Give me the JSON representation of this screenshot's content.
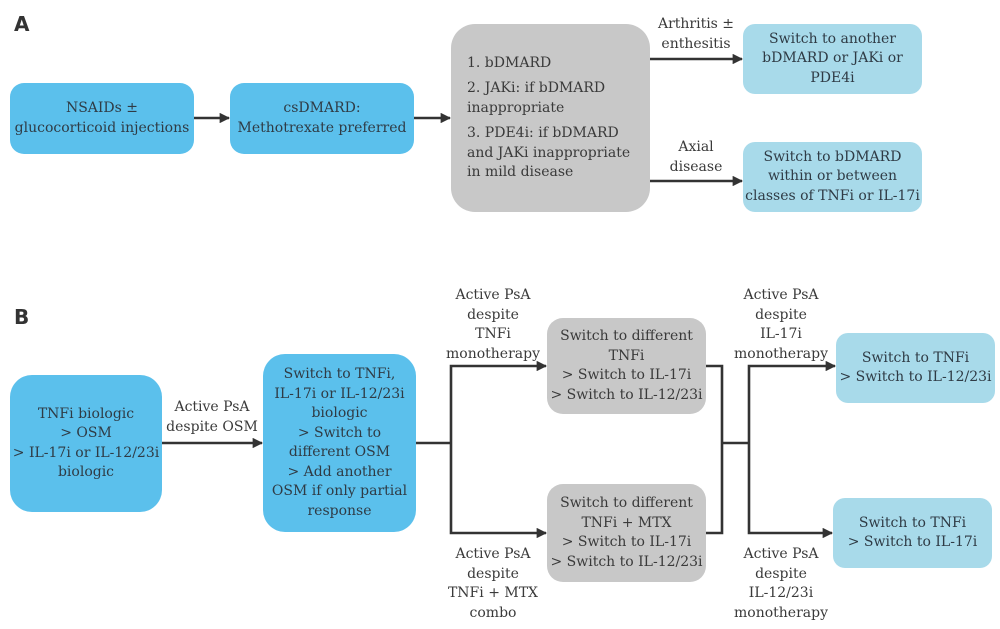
{
  "panels": {
    "a": {
      "label": "A",
      "nodes": {
        "nsaids": [
          "NSAIDs ±",
          "glucocorticoid injections"
        ],
        "csdmard": [
          "csDMARD:",
          "Methotrexate preferred"
        ],
        "options": [
          [
            "1. bDMARD"
          ],
          [
            "2. JAKi: if bDMARD",
            "inappropriate"
          ],
          [
            "3. PDE4i: if bDMARD",
            "and JAKi inappropriate",
            "in mild disease"
          ]
        ],
        "arthritis_outcome": [
          "Switch to another",
          "bDMARD or JAKi or",
          "PDE4i"
        ],
        "axial_outcome": [
          "Switch to bDMARD",
          "within or between",
          "classes of TNFi or IL-17i"
        ]
      },
      "edges": {
        "arthritis": [
          "Arthritis ±",
          "enthesitis"
        ],
        "axial": [
          "Axial",
          "disease"
        ]
      }
    },
    "b": {
      "label": "B",
      "nodes": {
        "start": [
          "TNFi biologic",
          "> OSM",
          "> IL-17i or IL-12/23i",
          "biologic"
        ],
        "switch": [
          "Switch to TNFi,",
          "IL-17i or IL-12/23i",
          "biologic",
          "> Switch to",
          "different OSM",
          "> Add another",
          "OSM if only partial",
          "response"
        ],
        "tnfi_mono": [
          "Switch to different",
          "TNFi",
          "> Switch to IL-17i",
          "> Switch to IL-12/23i"
        ],
        "tnfi_mtx": [
          "Switch to different",
          "TNFi + MTX",
          "> Switch to IL-17i",
          "> Switch to IL-12/23i"
        ],
        "il17_outcome": [
          "Switch to TNFi",
          "> Switch to IL-12/23i"
        ],
        "il1223_outcome": [
          "Switch to TNFi",
          "> Switch to IL-17i"
        ]
      },
      "edges": {
        "despite_osm": [
          "Active PsA",
          "despite OSM"
        ],
        "despite_tnfi_mono": [
          "Active PsA",
          "despite",
          "TNFi",
          "monotherapy"
        ],
        "despite_tnfi_mtx": [
          "Active PsA",
          "despite",
          "TNFi + MTX",
          "combo"
        ],
        "despite_il17": [
          "Active PsA",
          "despite",
          "IL-17i",
          "monotherapy"
        ],
        "despite_il1223": [
          "Active PsA",
          "despite",
          "IL-12/23i",
          "monotherapy"
        ]
      }
    }
  },
  "colors": {
    "blue_node": "#5bc0ec",
    "light_blue_node": "#a8daea",
    "grey_node": "#c8c8c8",
    "connector": "#333333"
  }
}
